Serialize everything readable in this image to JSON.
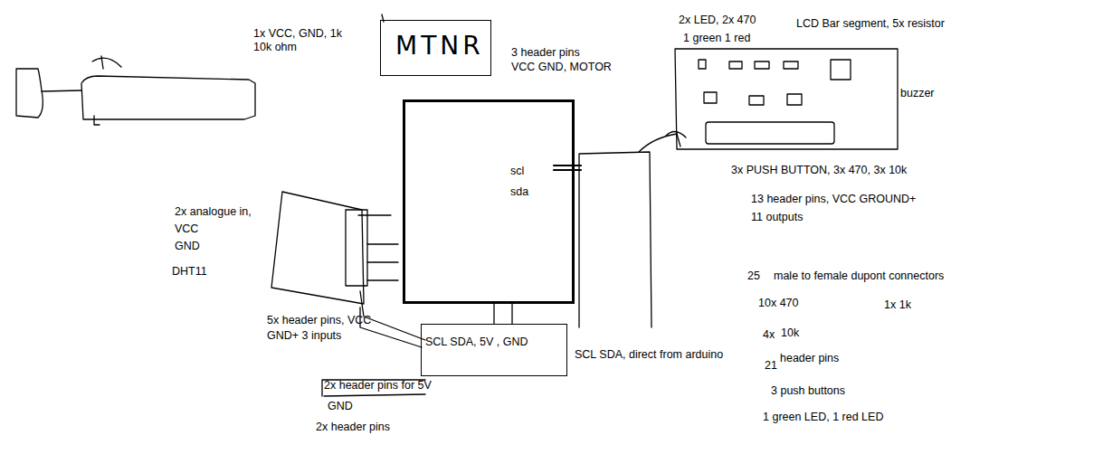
{
  "diagram": {
    "nodes": [
      {
        "text": [
          "MTNR"
        ]
      },
      {
        "text": [
          "scl",
          "sda"
        ]
      },
      {
        "text": [
          "SCL SDA, 5V , GND"
        ]
      }
    ],
    "edges": [
      {
        "from": 1,
        "to": 2,
        "arrow": "none"
      }
    ],
    "labels": [
      "1x VCC, GND, 1k",
      "10k ohm",
      "3 header pins",
      "VCC GND, MOTOR",
      "2x LED, 2x 470",
      "1 green 1 red",
      "LCD Bar segment, 5x resistor",
      "buzzer",
      "3x PUSH BUTTON, 3x 470, 3x 10k",
      "13 header pins, VCC GROUND+",
      "11 outputs",
      "25",
      "male to female dupont connectors",
      "10x 470",
      "1x 1k",
      "4x",
      "10k",
      "21",
      "header pins",
      "3 push buttons",
      "1 green LED, 1 red LED",
      "2x analogue in,",
      "VCC",
      "GND",
      "DHT11",
      "5x header pins, VCC",
      "GND+ 3 inputs",
      "SCL SDA, direct from arduino",
      "2x header pins for 5V",
      "GND",
      "2x header pins"
    ]
  }
}
